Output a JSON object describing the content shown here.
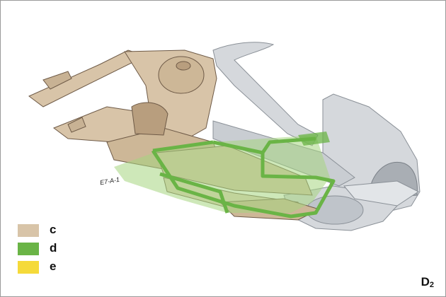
{
  "figure": {
    "tag_letter": "D",
    "tag_index": "2",
    "part_code": "E7-A-1"
  },
  "legend": [
    {
      "key": "c",
      "color": "#D8C4A8"
    },
    {
      "key": "d",
      "color": "#6AB446"
    },
    {
      "key": "e",
      "color": "#F5DA3A"
    }
  ],
  "colors": {
    "body_grey": "#D5D8DC",
    "body_grey_dark": "#A9AEB4",
    "tan": "#D8C4A8",
    "tan_dark": "#B89E7E",
    "green": "#6AB446",
    "green_light": "#A6D67F",
    "outline": "#6E5A47"
  }
}
